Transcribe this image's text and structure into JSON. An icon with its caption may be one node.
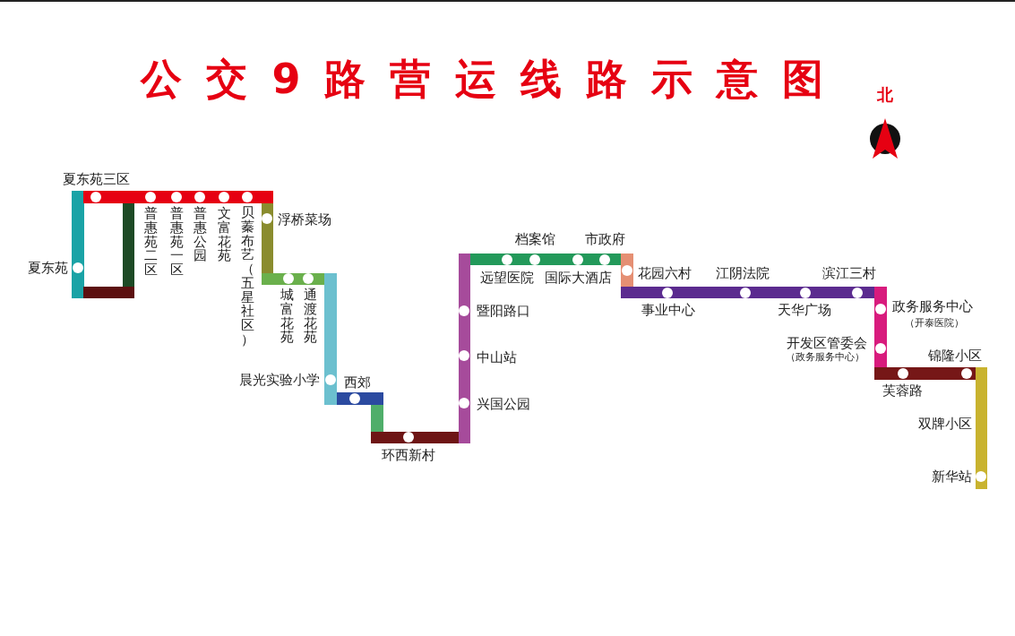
{
  "diagram": {
    "title": "公交9路营运线路示意图",
    "labels": [
      "北",
      "夏东苑三区",
      "夏东苑",
      "普惠苑二区",
      "普惠苑一区",
      "普惠公园",
      "文富花苑",
      "贝蓁布艺（五星社区）",
      "浮桥菜场",
      "城富花苑",
      "通渡花苑",
      "晨光实验小学",
      "西郊",
      "环西新村",
      "暨阳路口",
      "中山站",
      "兴国公园",
      "远望医院",
      "档案馆",
      "国际大酒店",
      "市政府",
      "花园六村",
      "事业中心",
      "江阴法院",
      "天华广场",
      "滨江三村",
      "政务服务中心",
      "（开泰医院）",
      "开发区管委会",
      "（政务服务中心）",
      "芙蓉路",
      "锦隆小区",
      "双牌小区",
      "新华站"
    ]
  }
}
